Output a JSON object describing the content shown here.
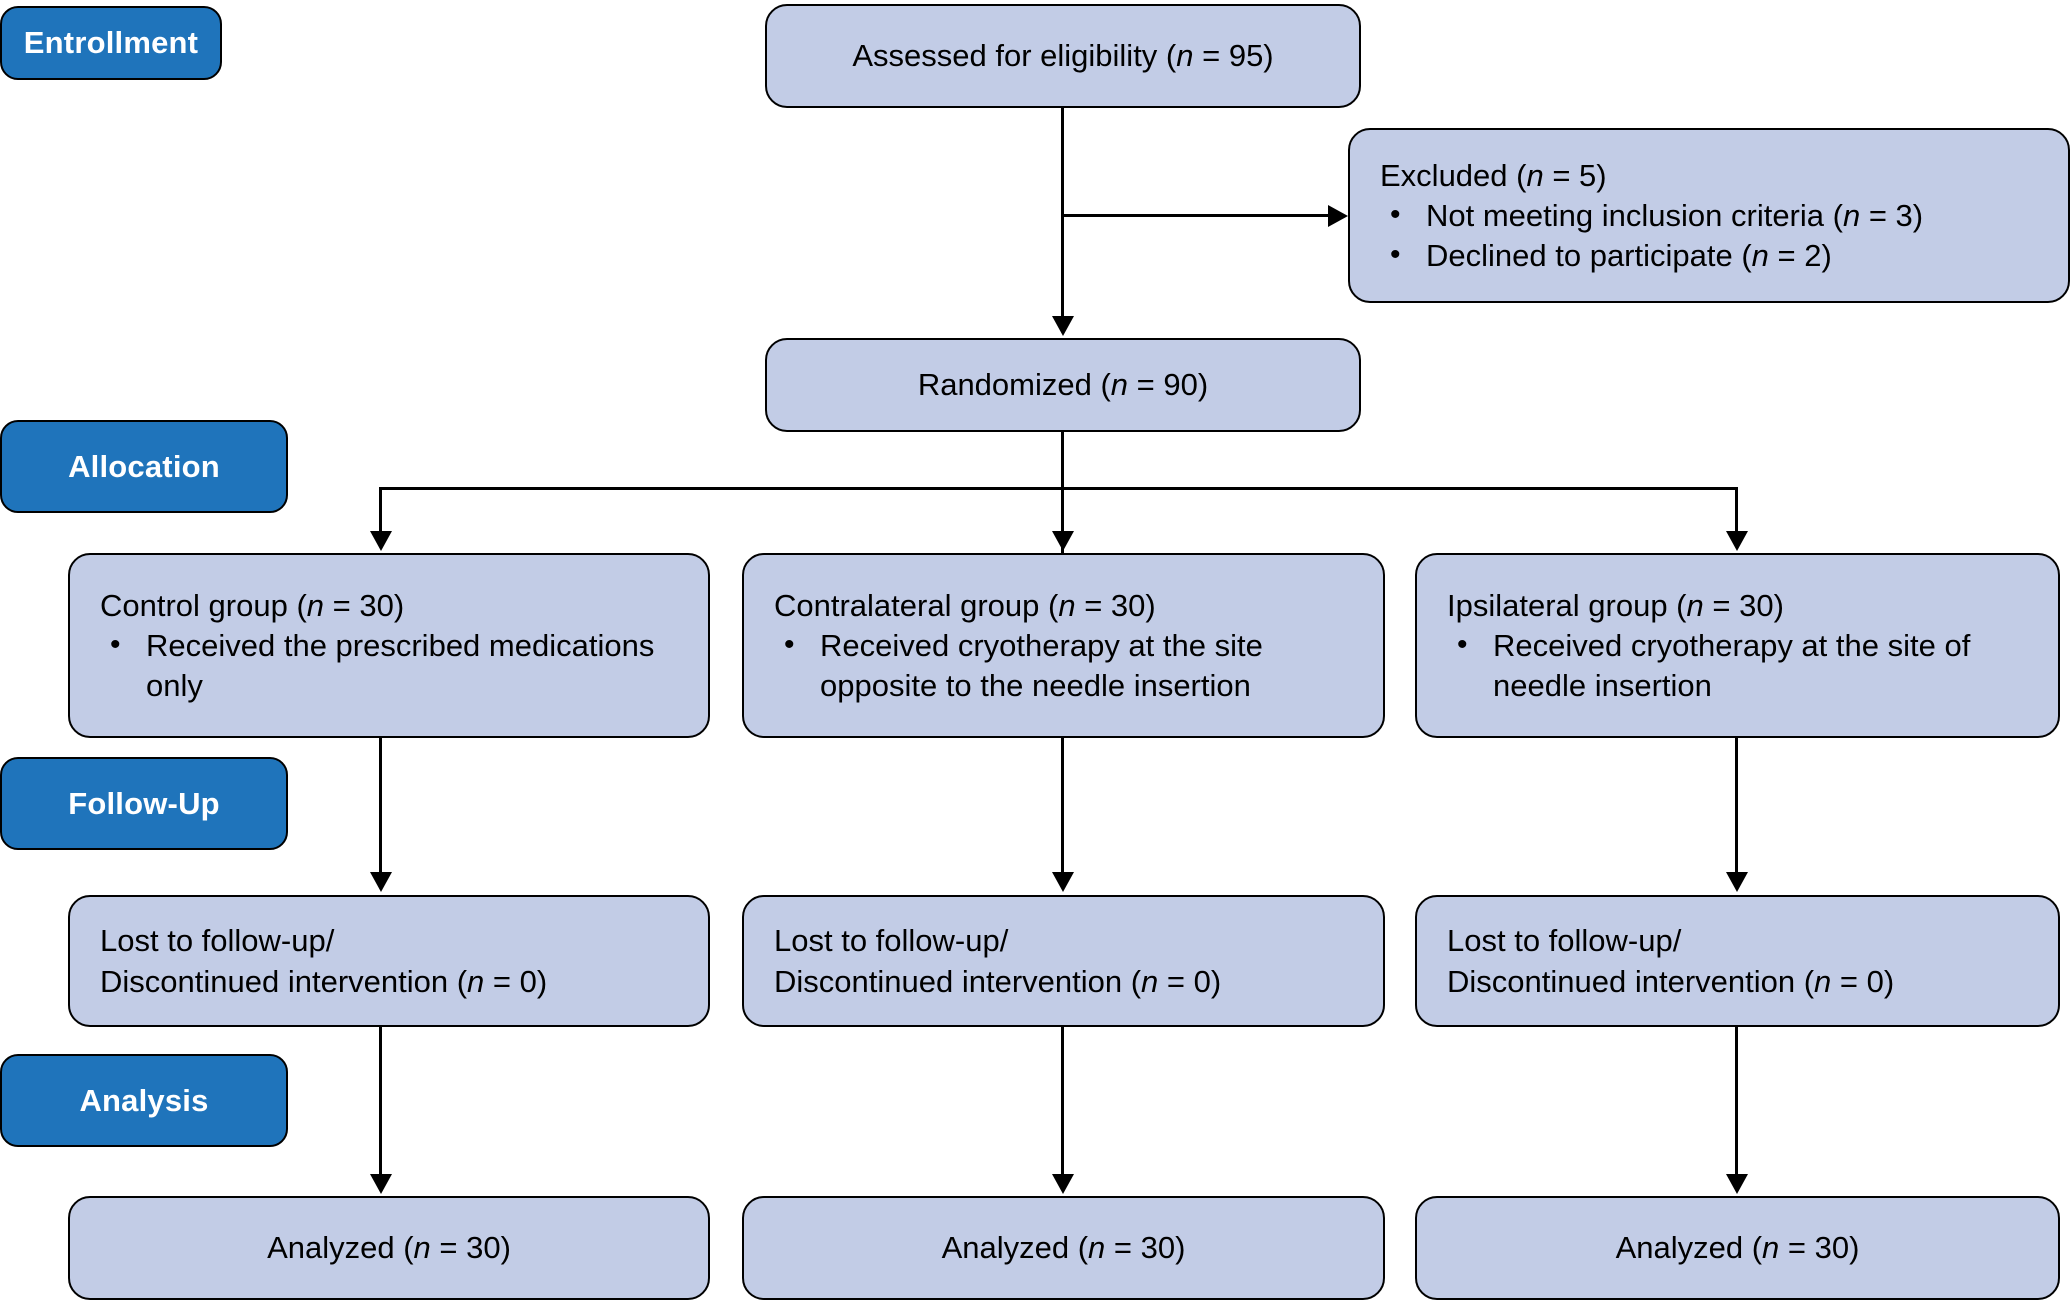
{
  "diagram": {
    "type": "consort-flow-diagram",
    "colors": {
      "stage_label_fill": "#1f74bb",
      "stage_label_text": "#ffffff",
      "node_fill": "#c2cce6",
      "stroke": "#000000",
      "background": "#ffffff"
    }
  },
  "stages": {
    "enrollment": "Entrollment",
    "allocation": "Allocation",
    "followup": "Follow-Up",
    "analysis": "Analysis"
  },
  "enrollment": {
    "assessed": {
      "text": "Assessed for eligibility (",
      "n_symbol": "n",
      "eq": " = 95)"
    },
    "excluded": {
      "title_pre": "Excluded (",
      "title_n": "n",
      "title_post": " = 5)",
      "items": [
        {
          "pre": "Not meeting inclusion criteria (",
          "n": "n",
          "post": " = 3)"
        },
        {
          "pre": "Declined to participate (",
          "n": "n",
          "post": " = 2)"
        }
      ]
    },
    "randomized": {
      "text": "Randomized (",
      "n_symbol": "n",
      "eq": " = 90)"
    }
  },
  "allocation": {
    "groups": [
      {
        "title_pre": "Control group (",
        "title_n": "n",
        "title_post": " = 30)",
        "bullet_line1": "Received the prescribed",
        "bullet_line2": "medications only"
      },
      {
        "title_pre": "Contralateral group (",
        "title_n": "n",
        "title_post": " = 30)",
        "bullet_line1": "Received cryotherapy at the site",
        "bullet_line2": "opposite to the needle insertion"
      },
      {
        "title_pre": "Ipsilateral group (",
        "title_n": "n",
        "title_post": " = 30)",
        "bullet_line1": "Received cryotherapy at the site",
        "bullet_line2": "of needle insertion"
      }
    ]
  },
  "followup": {
    "boxes": [
      {
        "line1": "Lost to follow-up/",
        "line2_pre": "Discontinued intervention (",
        "line2_n": "n",
        "line2_post": " = 0)"
      },
      {
        "line1": "Lost to follow-up/",
        "line2_pre": "Discontinued intervention (",
        "line2_n": "n",
        "line2_post": " = 0)"
      },
      {
        "line1": "Lost to follow-up/",
        "line2_pre": "Discontinued intervention (",
        "line2_n": "n",
        "line2_post": " = 0)"
      }
    ]
  },
  "analysis": {
    "boxes": [
      {
        "pre": "Analyzed (",
        "n": "n",
        "post": " = 30)"
      },
      {
        "pre": "Analyzed (",
        "n": "n",
        "post": " = 30)"
      },
      {
        "pre": "Analyzed (",
        "n": "n",
        "post": " = 30)"
      }
    ]
  }
}
